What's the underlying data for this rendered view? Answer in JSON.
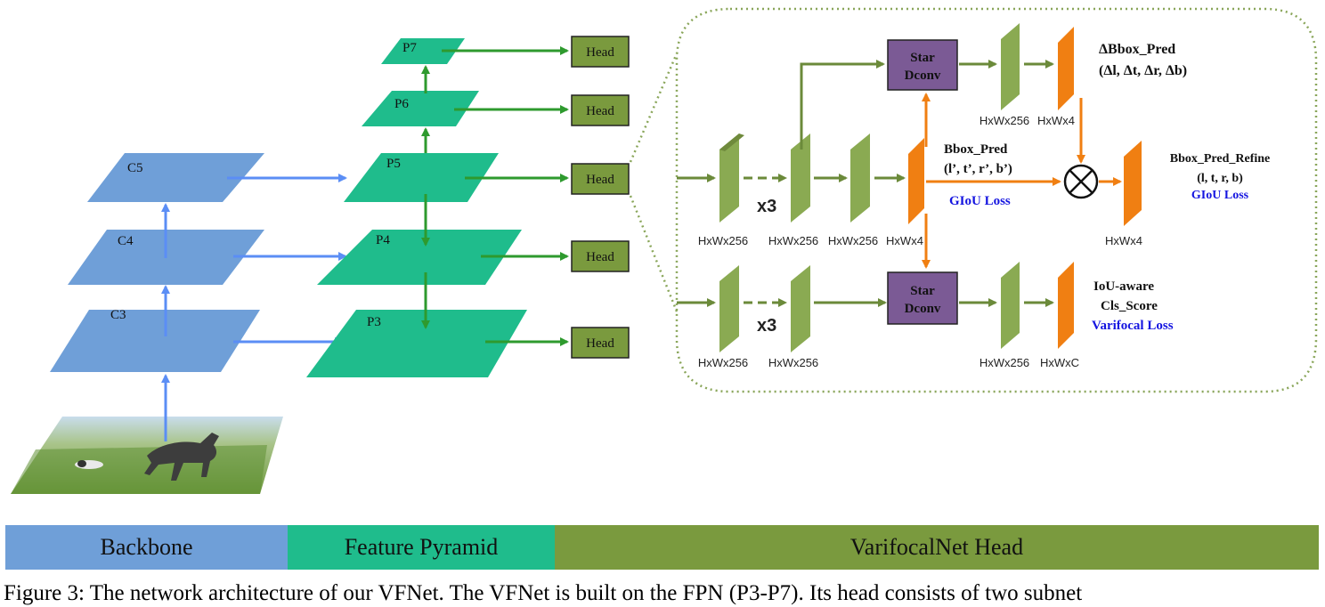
{
  "backbone": {
    "levels": [
      "C5",
      "C4",
      "C3"
    ]
  },
  "pyramid": {
    "levels": [
      "P7",
      "P6",
      "P5",
      "P4",
      "P3"
    ]
  },
  "head_box_label": "Head",
  "head_detail": {
    "repeat_label": "x3",
    "star_dconv_line1": "Star",
    "star_dconv_line2": "Dconv",
    "delta_bbox_title": "ΔBbox_Pred",
    "delta_bbox_sub": "(Δl, Δt, Δr, Δb)",
    "bbox_pred_title": "Bbox_Pred",
    "bbox_pred_sub": "(l’, t’, r’, b’)",
    "giou_loss": "GIoU Loss",
    "refine_title": "Bbox_Pred_Refine",
    "refine_sub": "(l, t, r, b)",
    "iou_aware_title": "IoU-aware",
    "cls_score": "Cls_Score",
    "varifocal_loss": "Varifocal Loss",
    "dims": {
      "top_in": "HxWx256",
      "top_after_repeat": "HxWx256",
      "top_conv": "HxWx256",
      "top_pred": "HxWx4",
      "delta_conv": "HxWx256",
      "delta_pred": "HxWx4",
      "refine": "HxWx4",
      "bot_in": "HxWx256",
      "bot_after_repeat": "HxWx256",
      "bot_conv": "HxWx256",
      "bot_pred": "HxWxC"
    }
  },
  "legend": [
    "Backbone",
    "Feature Pyramid",
    "VarifocalNet Head"
  ],
  "caption": "Figure 3: The network architecture of our VFNet. The VFNet is built on the FPN (P3-P7). Its head consists of two subnet",
  "colors": {
    "backbone": "#6f9fd8",
    "pyramid": "#1fbc8c",
    "head": "#7a9a3e",
    "feature_map": "#8aaa52",
    "orange": "#f07f12",
    "star": "#7b5a95",
    "blue_arrow": "#5b8ef5",
    "green_arrow": "#2e9a2e",
    "olive_arrow": "#6b8a3a",
    "loss_text": "#1515e0"
  }
}
